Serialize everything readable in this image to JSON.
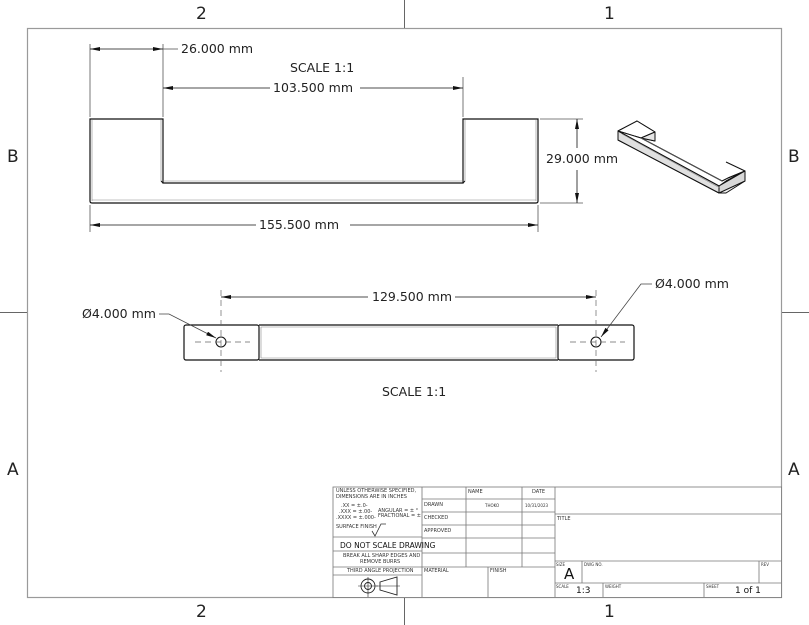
{
  "sheet": {
    "zones_top": [
      "2",
      "1"
    ],
    "zones_bottom": [
      "2",
      "1"
    ],
    "zones_left": [
      "B",
      "A"
    ],
    "zones_right": [
      "B",
      "A"
    ],
    "border_color": "#9a9a9a",
    "line_color": "#111111"
  },
  "views": {
    "top_view": {
      "scale_label": "SCALE 1:1",
      "dims": {
        "flange_width": "26.000 mm",
        "inner_length": "103.500 mm",
        "overall_length": "155.500 mm",
        "height": "29.000 mm"
      }
    },
    "front_view": {
      "scale_label": "SCALE 1:1",
      "dims": {
        "hole_spacing": "129.500 mm",
        "hole_left": "Ø4.000 mm",
        "hole_right": "Ø4.000 mm"
      }
    },
    "isometric_view": {
      "label": "isometric"
    }
  },
  "title_block": {
    "tolerance_note": [
      "UNLESS OTHERWISE SPECIFIED,",
      "DIMENSIONS ARE IN INCHES"
    ],
    "tolerances": [
      ".XX = ±.0-",
      ".XXX = ±.00-",
      ".XXXX = ±.000-"
    ],
    "angular": "ANGULAR = ± °",
    "fractional": "FRACTIONAL = ±",
    "surface_finish": "SURFACE FINISH",
    "do_not_scale": "DO NOT SCALE DRAWING",
    "break_edges": [
      "BREAK ALL SHARP EDGES AND",
      "REMOVE BURRS"
    ],
    "projection": "THIRD ANGLE PROJECTION",
    "headers": {
      "name": "NAME",
      "date": "DATE"
    },
    "rows": [
      {
        "label": "DRAWN",
        "name": "THOKO",
        "date": "10/31/2023"
      },
      {
        "label": "CHECKED",
        "name": "",
        "date": ""
      },
      {
        "label": "APPROVED",
        "name": "",
        "date": ""
      }
    ],
    "material_label": "MATERIAL",
    "finish_label": "FINISH",
    "title_label": "TITLE",
    "size_label": "SIZE",
    "size_value": "A",
    "dwg_no_label": "DWG NO.",
    "rev_label": "REV",
    "scale_label": "SCALE",
    "scale_value": "1:3",
    "weight_label": "WEIGHT",
    "sheet_label": "SHEET",
    "sheet_value": "1 of 1"
  }
}
